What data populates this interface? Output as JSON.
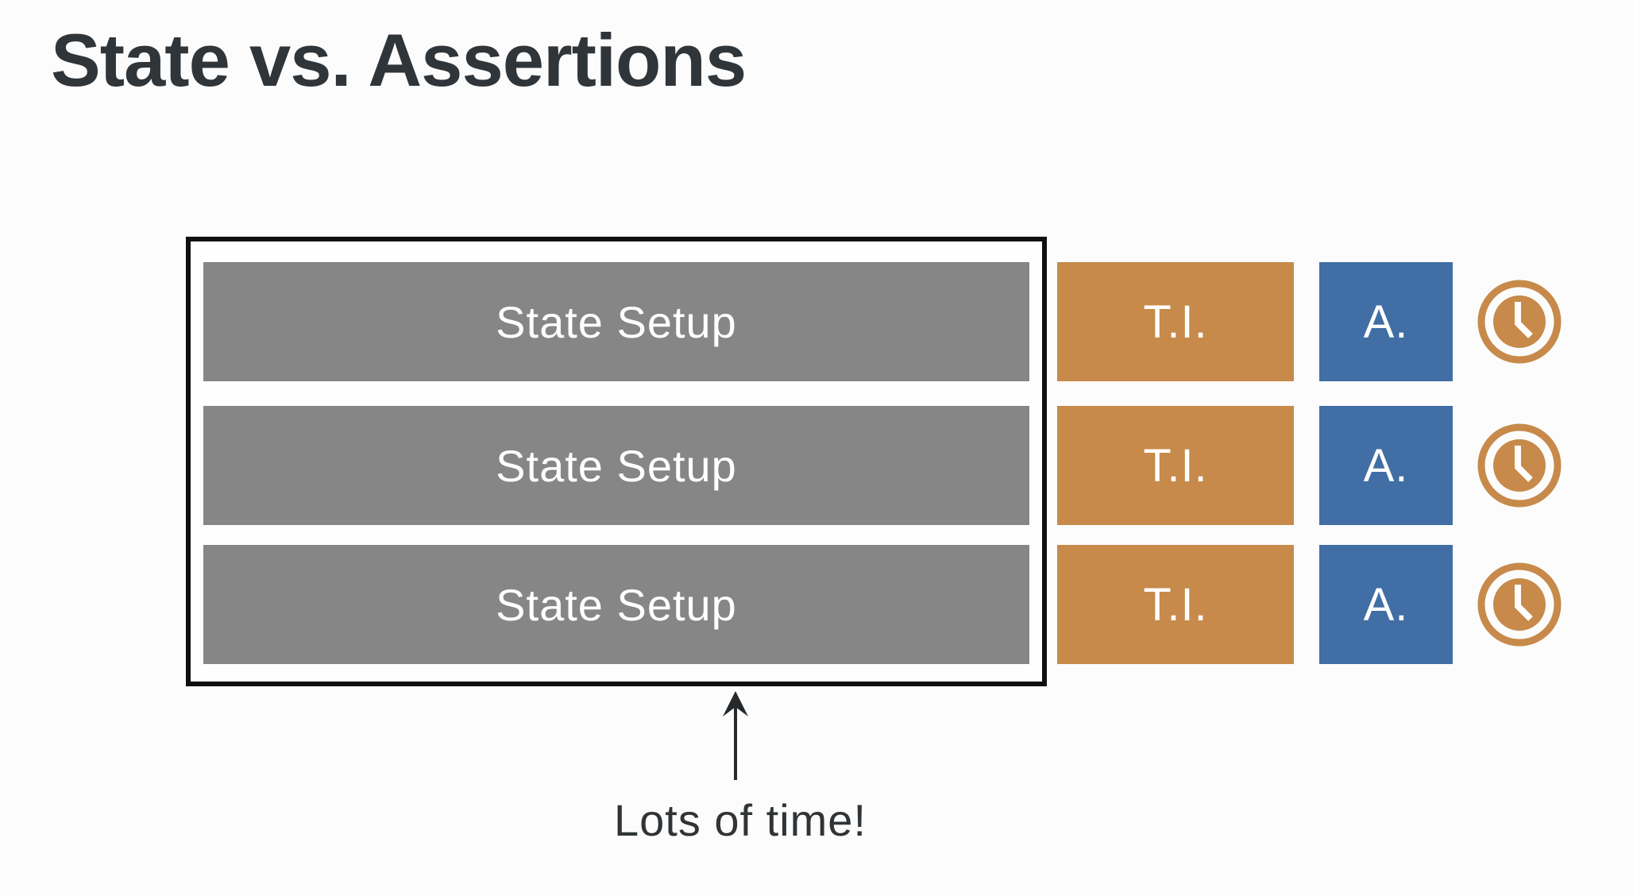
{
  "slide": {
    "title": "State vs. Assertions",
    "annotation": "Lots of time!"
  },
  "rows": [
    {
      "state": "State Setup",
      "test_interaction": "T.I.",
      "assertion": "A.",
      "icon": "clock-icon"
    },
    {
      "state": "State Setup",
      "test_interaction": "T.I.",
      "assertion": "A.",
      "icon": "clock-icon"
    },
    {
      "state": "State Setup",
      "test_interaction": "T.I.",
      "assertion": "A.",
      "icon": "clock-icon"
    }
  ],
  "colors": {
    "state_bar": "#868686",
    "test_interaction_box": "#C78A4A",
    "assertion_box": "#406EA5",
    "clock_icon": "#C78A4A",
    "frame_border": "#101010",
    "title_text": "#30353A",
    "bar_text": "#FFFFFF",
    "annotation_text": "#303437"
  }
}
